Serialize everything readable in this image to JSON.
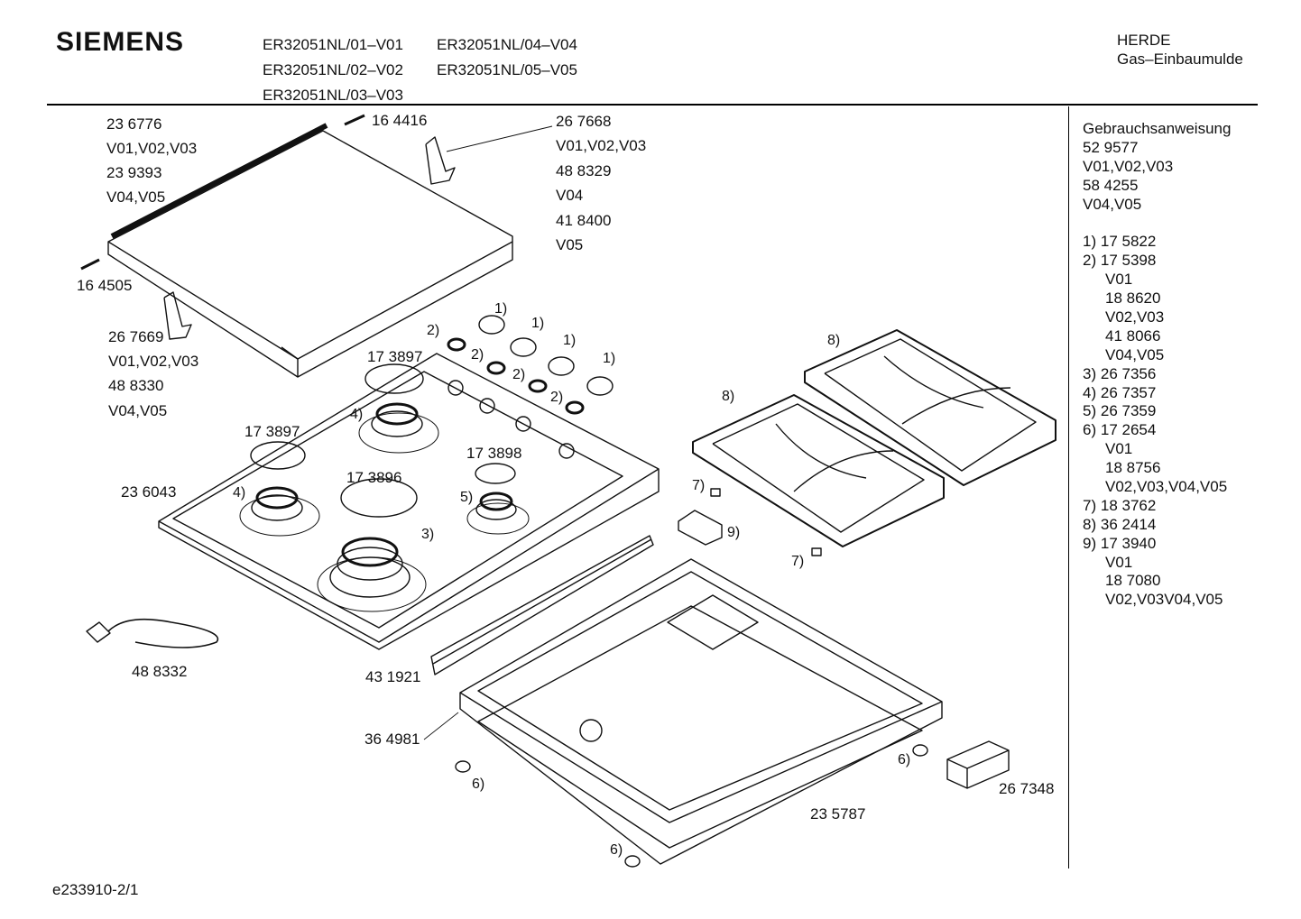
{
  "header": {
    "brand": "SIEMENS",
    "models": [
      "ER32051NL/01–V01",
      "ER32051NL/02–V02",
      "ER32051NL/03–V03",
      "ER32051NL/04–V04",
      "ER32051NL/05–V05"
    ],
    "category": "HERDE",
    "subcategory": "Gas–Einbaumulde"
  },
  "sidebar": {
    "lines": [
      "Gebrauchsanweisung",
      "52 9577",
      "V01,V02,V03",
      "58 4255",
      "V04,V05"
    ],
    "items": [
      {
        "num": "1)",
        "part": "17 5822"
      },
      {
        "num": "2)",
        "part": "17 5398"
      },
      {
        "sub": "V01"
      },
      {
        "sub": "18 8620"
      },
      {
        "sub": "V02,V03"
      },
      {
        "sub": "41 8066"
      },
      {
        "sub": "V04,V05"
      },
      {
        "num": "3)",
        "part": "26 7356"
      },
      {
        "num": "4)",
        "part": "26 7357"
      },
      {
        "num": "5)",
        "part": "26 7359"
      },
      {
        "num": "6)",
        "part": "17 2654"
      },
      {
        "sub": "V01"
      },
      {
        "sub": "18 8756"
      },
      {
        "sub": "V02,V03,V04,V05"
      },
      {
        "num": "7)",
        "part": "18 3762"
      },
      {
        "num": "8)",
        "part": "36 2414"
      },
      {
        "num": "9)",
        "part": "17 3940"
      },
      {
        "sub": "V01"
      },
      {
        "sub": "18 7080"
      },
      {
        "sub": "V02,V03V04,V05"
      }
    ]
  },
  "labels": {
    "cover_left": [
      "23 6776",
      "V01,V02,V03",
      "23 9393",
      "V04,V05"
    ],
    "screw_top": "16 4416",
    "hinge_right": [
      "26 7668",
      "V01,V02,V03",
      "48 8329",
      "V04",
      "41 8400",
      "V05"
    ],
    "screw_left": "16 4505",
    "hinge_left": [
      "26 7669",
      "V01,V02,V03",
      "48 8330",
      "V04,V05"
    ],
    "cap_a": "17 3897",
    "cap_b": "17 3897",
    "cap_c": "17 3898",
    "cap_d": "17 3896",
    "hob": "23 6043",
    "cable": "48 8332",
    "seal_strip": "43 1921",
    "frame": "36 4981",
    "housing": "23 5787",
    "box": "26 7348"
  },
  "marks": {
    "m1": "1)",
    "m2": "2)",
    "m3": "3)",
    "m4": "4)",
    "m5": "5)",
    "m6": "6)",
    "m7": "7)",
    "m8": "8)",
    "m9": "9)"
  },
  "footer": "e233910-2/1"
}
